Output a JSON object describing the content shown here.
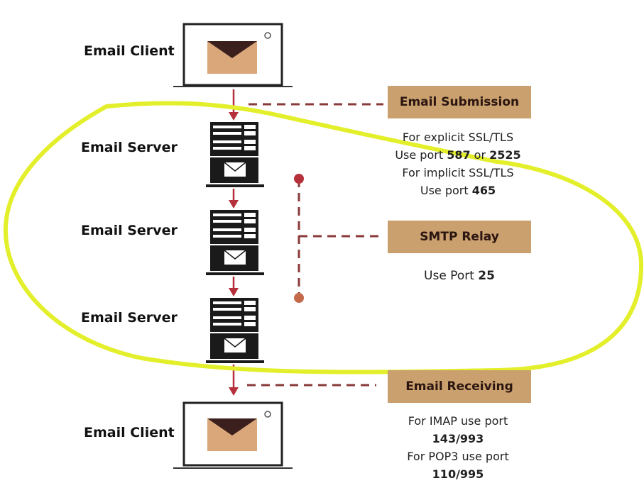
{
  "nodes": {
    "client_top": "Email Client",
    "server_1": "Email Server",
    "server_2": "Email Server",
    "server_3": "Email Server",
    "client_bottom": "Email Client"
  },
  "stages": {
    "submission": {
      "label": "Email Submission",
      "lines": [
        {
          "text": "For explicit SSL/TLS"
        },
        {
          "prefix": "Use port ",
          "port_a": "587",
          "mid": " or ",
          "port_b": "2525"
        },
        {
          "text": "For implicit SSL/TLS"
        },
        {
          "prefix": "Use port ",
          "port_a": "465"
        }
      ]
    },
    "relay": {
      "label": "SMTP Relay",
      "prefix": "Use Port ",
      "port": "25"
    },
    "receiving": {
      "label": "Email Receiving",
      "lines": [
        {
          "text": "For IMAP use port"
        },
        {
          "port": "143/993"
        },
        {
          "text": "For POP3 use port"
        },
        {
          "port": "110/995"
        }
      ]
    }
  },
  "colors": {
    "tag_fill": "#c9a06e",
    "arrow": "#b5303a",
    "dash": "#8a3a3a",
    "highlight": "#e3ef2a",
    "envelope_fill": "#d9a77a",
    "envelope_flap": "#3a1f1c"
  },
  "icons": [
    "laptop-email-icon",
    "server-email-icon",
    "down-arrow-icon"
  ]
}
